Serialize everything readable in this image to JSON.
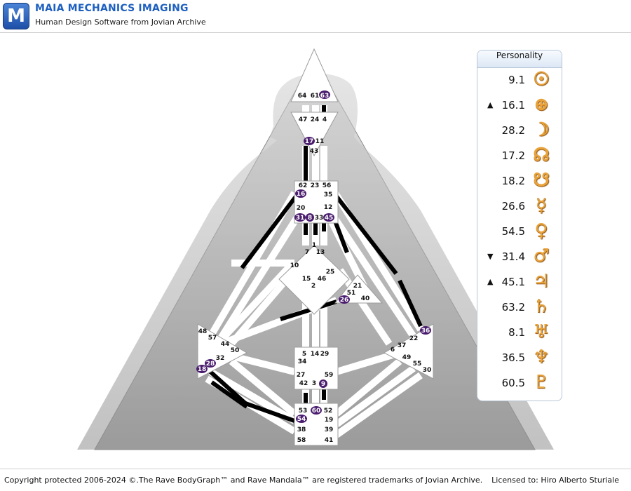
{
  "app": {
    "title": "MAIA MECHANICS IMAGING",
    "subtitle": "Human Design Software from Jovian Archive",
    "logo_letter": "M"
  },
  "footer": {
    "copyright": "Copyright protected 2006-2024 ©.The Rave BodyGraph™ and Rave Mandala™ are registered trademarks of Jovian Archive.",
    "licensed": "Licensed to: Hiro Alberto Sturiale"
  },
  "panel": {
    "title": "Personality",
    "rows": [
      {
        "mark": "",
        "value": "9.1",
        "icon": "sun-icon",
        "glyph": "☉"
      },
      {
        "mark": "▲",
        "value": "16.1",
        "icon": "earth-icon",
        "glyph": "⊕"
      },
      {
        "mark": "",
        "value": "28.2",
        "icon": "moon-icon",
        "glyph": "☽"
      },
      {
        "mark": "",
        "value": "17.2",
        "icon": "north-node-icon",
        "glyph": "☊"
      },
      {
        "mark": "",
        "value": "18.2",
        "icon": "south-node-icon",
        "glyph": "☋"
      },
      {
        "mark": "",
        "value": "26.6",
        "icon": "mercury-icon",
        "glyph": "☿"
      },
      {
        "mark": "",
        "value": "54.5",
        "icon": "venus-icon",
        "glyph": "♀"
      },
      {
        "mark": "▼",
        "value": "31.4",
        "icon": "mars-icon",
        "glyph": "♂"
      },
      {
        "mark": "▲",
        "value": "45.1",
        "icon": "jupiter-icon",
        "glyph": "♃"
      },
      {
        "mark": "",
        "value": "63.2",
        "icon": "saturn-icon",
        "glyph": "♄"
      },
      {
        "mark": "",
        "value": "8.1",
        "icon": "uranus-icon",
        "glyph": "♅"
      },
      {
        "mark": "",
        "value": "36.5",
        "icon": "neptune-icon",
        "glyph": "♆"
      },
      {
        "mark": "",
        "value": "60.5",
        "icon": "pluto-icon",
        "glyph": "♇"
      }
    ]
  },
  "bodygraph": {
    "activated_gates": [
      "63",
      "17",
      "16",
      "31",
      "8",
      "45",
      "26",
      "36",
      "28",
      "18",
      "60",
      "54",
      "9"
    ],
    "centers": {
      "head": [
        "64",
        "61",
        "63"
      ],
      "ajna": [
        "47",
        "24",
        "4",
        "17",
        "11",
        "43"
      ],
      "throat": [
        "62",
        "23",
        "56",
        "16",
        "35",
        "20",
        "31",
        "8",
        "33",
        "45",
        "12"
      ],
      "g": [
        "1",
        "7",
        "13",
        "10",
        "25",
        "15",
        "46",
        "2"
      ],
      "heart": [
        "21",
        "51",
        "26",
        "40"
      ],
      "spleen": [
        "48",
        "57",
        "44",
        "50",
        "32",
        "28",
        "18"
      ],
      "sacral": [
        "5",
        "14",
        "29",
        "34",
        "27",
        "42",
        "3",
        "59",
        "9"
      ],
      "solar_plexus": [
        "36",
        "22",
        "37",
        "6",
        "49",
        "55",
        "30"
      ],
      "root": [
        "53",
        "60",
        "52",
        "54",
        "19",
        "38",
        "39",
        "58",
        "41"
      ]
    }
  }
}
